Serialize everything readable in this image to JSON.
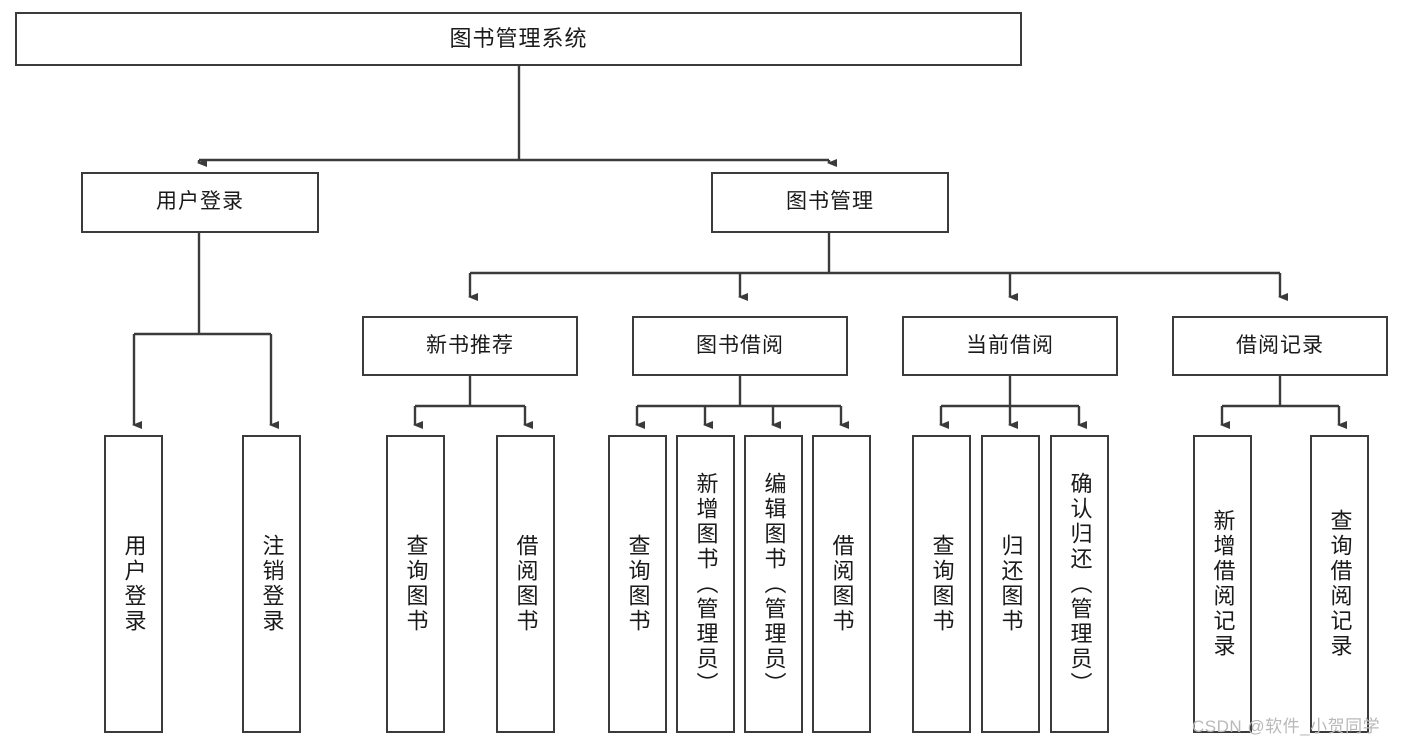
{
  "diagram": {
    "type": "hierarchy-tree",
    "title": "图书管理系统",
    "levels": 4,
    "root": {
      "id": "root",
      "label": "图书管理系统"
    },
    "level2": [
      {
        "id": "user-login",
        "label": "用户登录"
      },
      {
        "id": "book-management",
        "label": "图书管理"
      }
    ],
    "level3": [
      {
        "id": "new-book-recommend",
        "label": "新书推荐",
        "parent": "book-management"
      },
      {
        "id": "book-borrow",
        "label": "图书借阅",
        "parent": "book-management"
      },
      {
        "id": "current-borrow",
        "label": "当前借阅",
        "parent": "book-management"
      },
      {
        "id": "borrow-record",
        "label": "借阅记录",
        "parent": "book-management"
      }
    ],
    "leaves": [
      {
        "id": "leaf-user-login",
        "label": "用户登录",
        "parent": "user-login"
      },
      {
        "id": "leaf-logout-login",
        "label": "注销登录",
        "parent": "user-login"
      },
      {
        "id": "leaf-query-book-1",
        "label": "查询图书",
        "parent": "new-book-recommend"
      },
      {
        "id": "leaf-borrow-book-1",
        "label": "借阅图书",
        "parent": "new-book-recommend"
      },
      {
        "id": "leaf-query-book-2",
        "label": "查询图书",
        "parent": "book-borrow"
      },
      {
        "id": "leaf-add-book",
        "label": "新增图书（管理员）",
        "parent": "book-borrow"
      },
      {
        "id": "leaf-edit-book",
        "label": "编辑图书（管理员）",
        "parent": "book-borrow"
      },
      {
        "id": "leaf-borrow-book-2",
        "label": "借阅图书",
        "parent": "book-borrow"
      },
      {
        "id": "leaf-query-book-3",
        "label": "查询图书",
        "parent": "current-borrow"
      },
      {
        "id": "leaf-return-book",
        "label": "归还图书",
        "parent": "current-borrow"
      },
      {
        "id": "leaf-confirm-return",
        "label": "确认归还（管理员）",
        "parent": "current-borrow"
      },
      {
        "id": "leaf-add-record",
        "label": "新增借阅记录",
        "parent": "borrow-record"
      },
      {
        "id": "leaf-query-record",
        "label": "查询借阅记录",
        "parent": "borrow-record"
      }
    ],
    "colors": {
      "stroke": "#3b3b3b",
      "fill": "#ffffff",
      "text": "#1a1a1a",
      "watermark": "#b9b9b9"
    }
  },
  "watermark": {
    "text": "CSDN @软件_小贺同学"
  }
}
